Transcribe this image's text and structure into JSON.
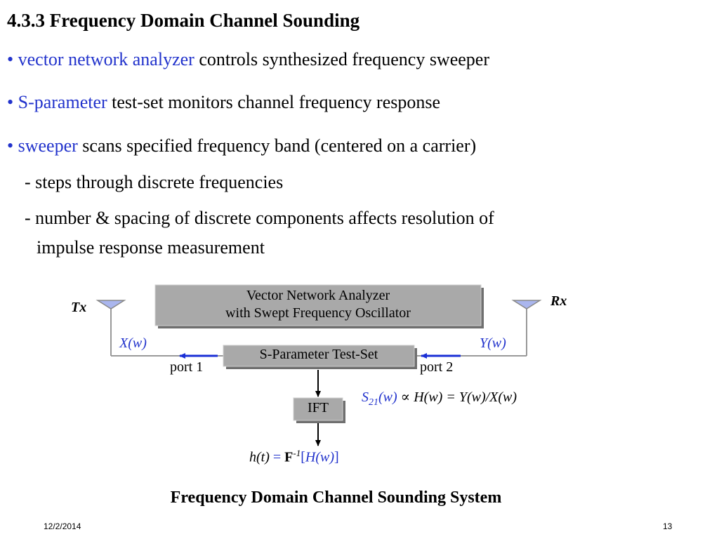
{
  "slide": {
    "title": "4.3.3 Frequency Domain Channel Sounding",
    "bullets": [
      {
        "marker": "•",
        "highlight": "vector network analyzer",
        "text": " controls synthesized frequency sweeper"
      },
      {
        "marker": "•",
        "highlight": "S-parameter",
        "text": " test-set monitors channel frequency response"
      },
      {
        "marker": "•",
        "highlight": "sweeper",
        "text": " scans specified frequency band (centered on a carrier)"
      }
    ],
    "sub_bullets": [
      "- steps through discrete frequencies",
      "- number & spacing of discrete components affects resolution of",
      "impulse response measurement"
    ]
  },
  "diagram": {
    "vna_line1": "Vector Network Analyzer",
    "vna_line2": "with Swept Frequency Oscillator",
    "tx_label": "Tx",
    "rx_label": "Rx",
    "x_label": "X(w)",
    "y_label": "Y(w)",
    "test_set_label": "S-Parameter Test-Set",
    "port1_label": "port 1",
    "port2_label": "port 2",
    "ift_label": "IFT",
    "s21": {
      "S": "S",
      "sub": "21",
      "arg": "(w)",
      "prop": " ∝ ",
      "rest": "H(w)  = Y(w)/X(w)"
    },
    "ht": {
      "h": "h(t) ",
      "eq": "= ",
      "F": "F",
      "sup": "-1",
      "bracket_open": "[",
      "H": "H(w)",
      "bracket_close": "]"
    }
  },
  "caption": "Frequency Domain Channel Sounding System",
  "footer": {
    "date": "12/2/2014",
    "page": "13"
  },
  "colors": {
    "highlight_blue": "#2233cc",
    "box_gray": "#a9a9a9",
    "line_gray": "#999999",
    "arrow_blue": "#1a2fd6"
  }
}
